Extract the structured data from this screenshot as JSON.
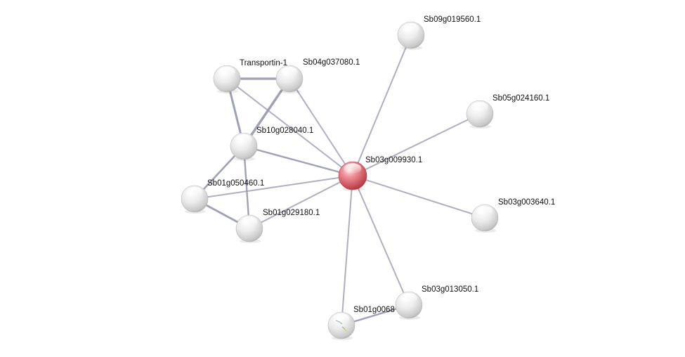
{
  "network": {
    "query_color": "#d9626b",
    "node_color": "#e6e6e6",
    "edge_color": "#9a9cb4",
    "nodes": [
      {
        "id": "Sb03g009930.1",
        "label": "Sb03g009930.1",
        "query": true
      },
      {
        "id": "Sb09g019560.1",
        "label": "Sb09g019560.1"
      },
      {
        "id": "Sb05g024160.1",
        "label": "Sb05g024160.1"
      },
      {
        "id": "Sb03g003640.1",
        "label": "Sb03g003640.1"
      },
      {
        "id": "Sb03g013050.1",
        "label": "Sb03g013050.1"
      },
      {
        "id": "Sb01g006",
        "label": "Sb01g0068",
        "has_structure_image": true
      },
      {
        "id": "Sb01g029180.1",
        "label": "Sb01g029180.1"
      },
      {
        "id": "Sb01g050460.1",
        "label": "Sb01g050460.1"
      },
      {
        "id": "Sb10g028040.1",
        "label": "Sb10g028040.1"
      },
      {
        "id": "Transportin-1",
        "label": "Transportin-1"
      },
      {
        "id": "Sb04g037080.1",
        "label": "Sb04g037080.1"
      }
    ],
    "edges": [
      {
        "source": "Sb03g009930.1",
        "target": "Sb09g019560.1"
      },
      {
        "source": "Sb03g009930.1",
        "target": "Sb05g024160.1"
      },
      {
        "source": "Sb03g009930.1",
        "target": "Sb03g003640.1"
      },
      {
        "source": "Sb03g009930.1",
        "target": "Sb03g013050.1"
      },
      {
        "source": "Sb03g009930.1",
        "target": "Sb01g006"
      },
      {
        "source": "Sb03g009930.1",
        "target": "Sb01g029180.1"
      },
      {
        "source": "Sb03g009930.1",
        "target": "Sb01g050460.1"
      },
      {
        "source": "Sb03g009930.1",
        "target": "Sb10g028040.1"
      },
      {
        "source": "Sb03g009930.1",
        "target": "Transportin-1"
      },
      {
        "source": "Sb03g009930.1",
        "target": "Sb04g037080.1"
      },
      {
        "source": "Transportin-1",
        "target": "Sb04g037080.1"
      },
      {
        "source": "Transportin-1",
        "target": "Sb10g028040.1"
      },
      {
        "source": "Sb04g037080.1",
        "target": "Sb10g028040.1"
      },
      {
        "source": "Sb10g028040.1",
        "target": "Sb01g050460.1"
      },
      {
        "source": "Sb10g028040.1",
        "target": "Sb01g029180.1"
      },
      {
        "source": "Sb01g050460.1",
        "target": "Sb01g029180.1"
      },
      {
        "source": "Sb01g006",
        "target": "Sb03g013050.1"
      }
    ]
  }
}
